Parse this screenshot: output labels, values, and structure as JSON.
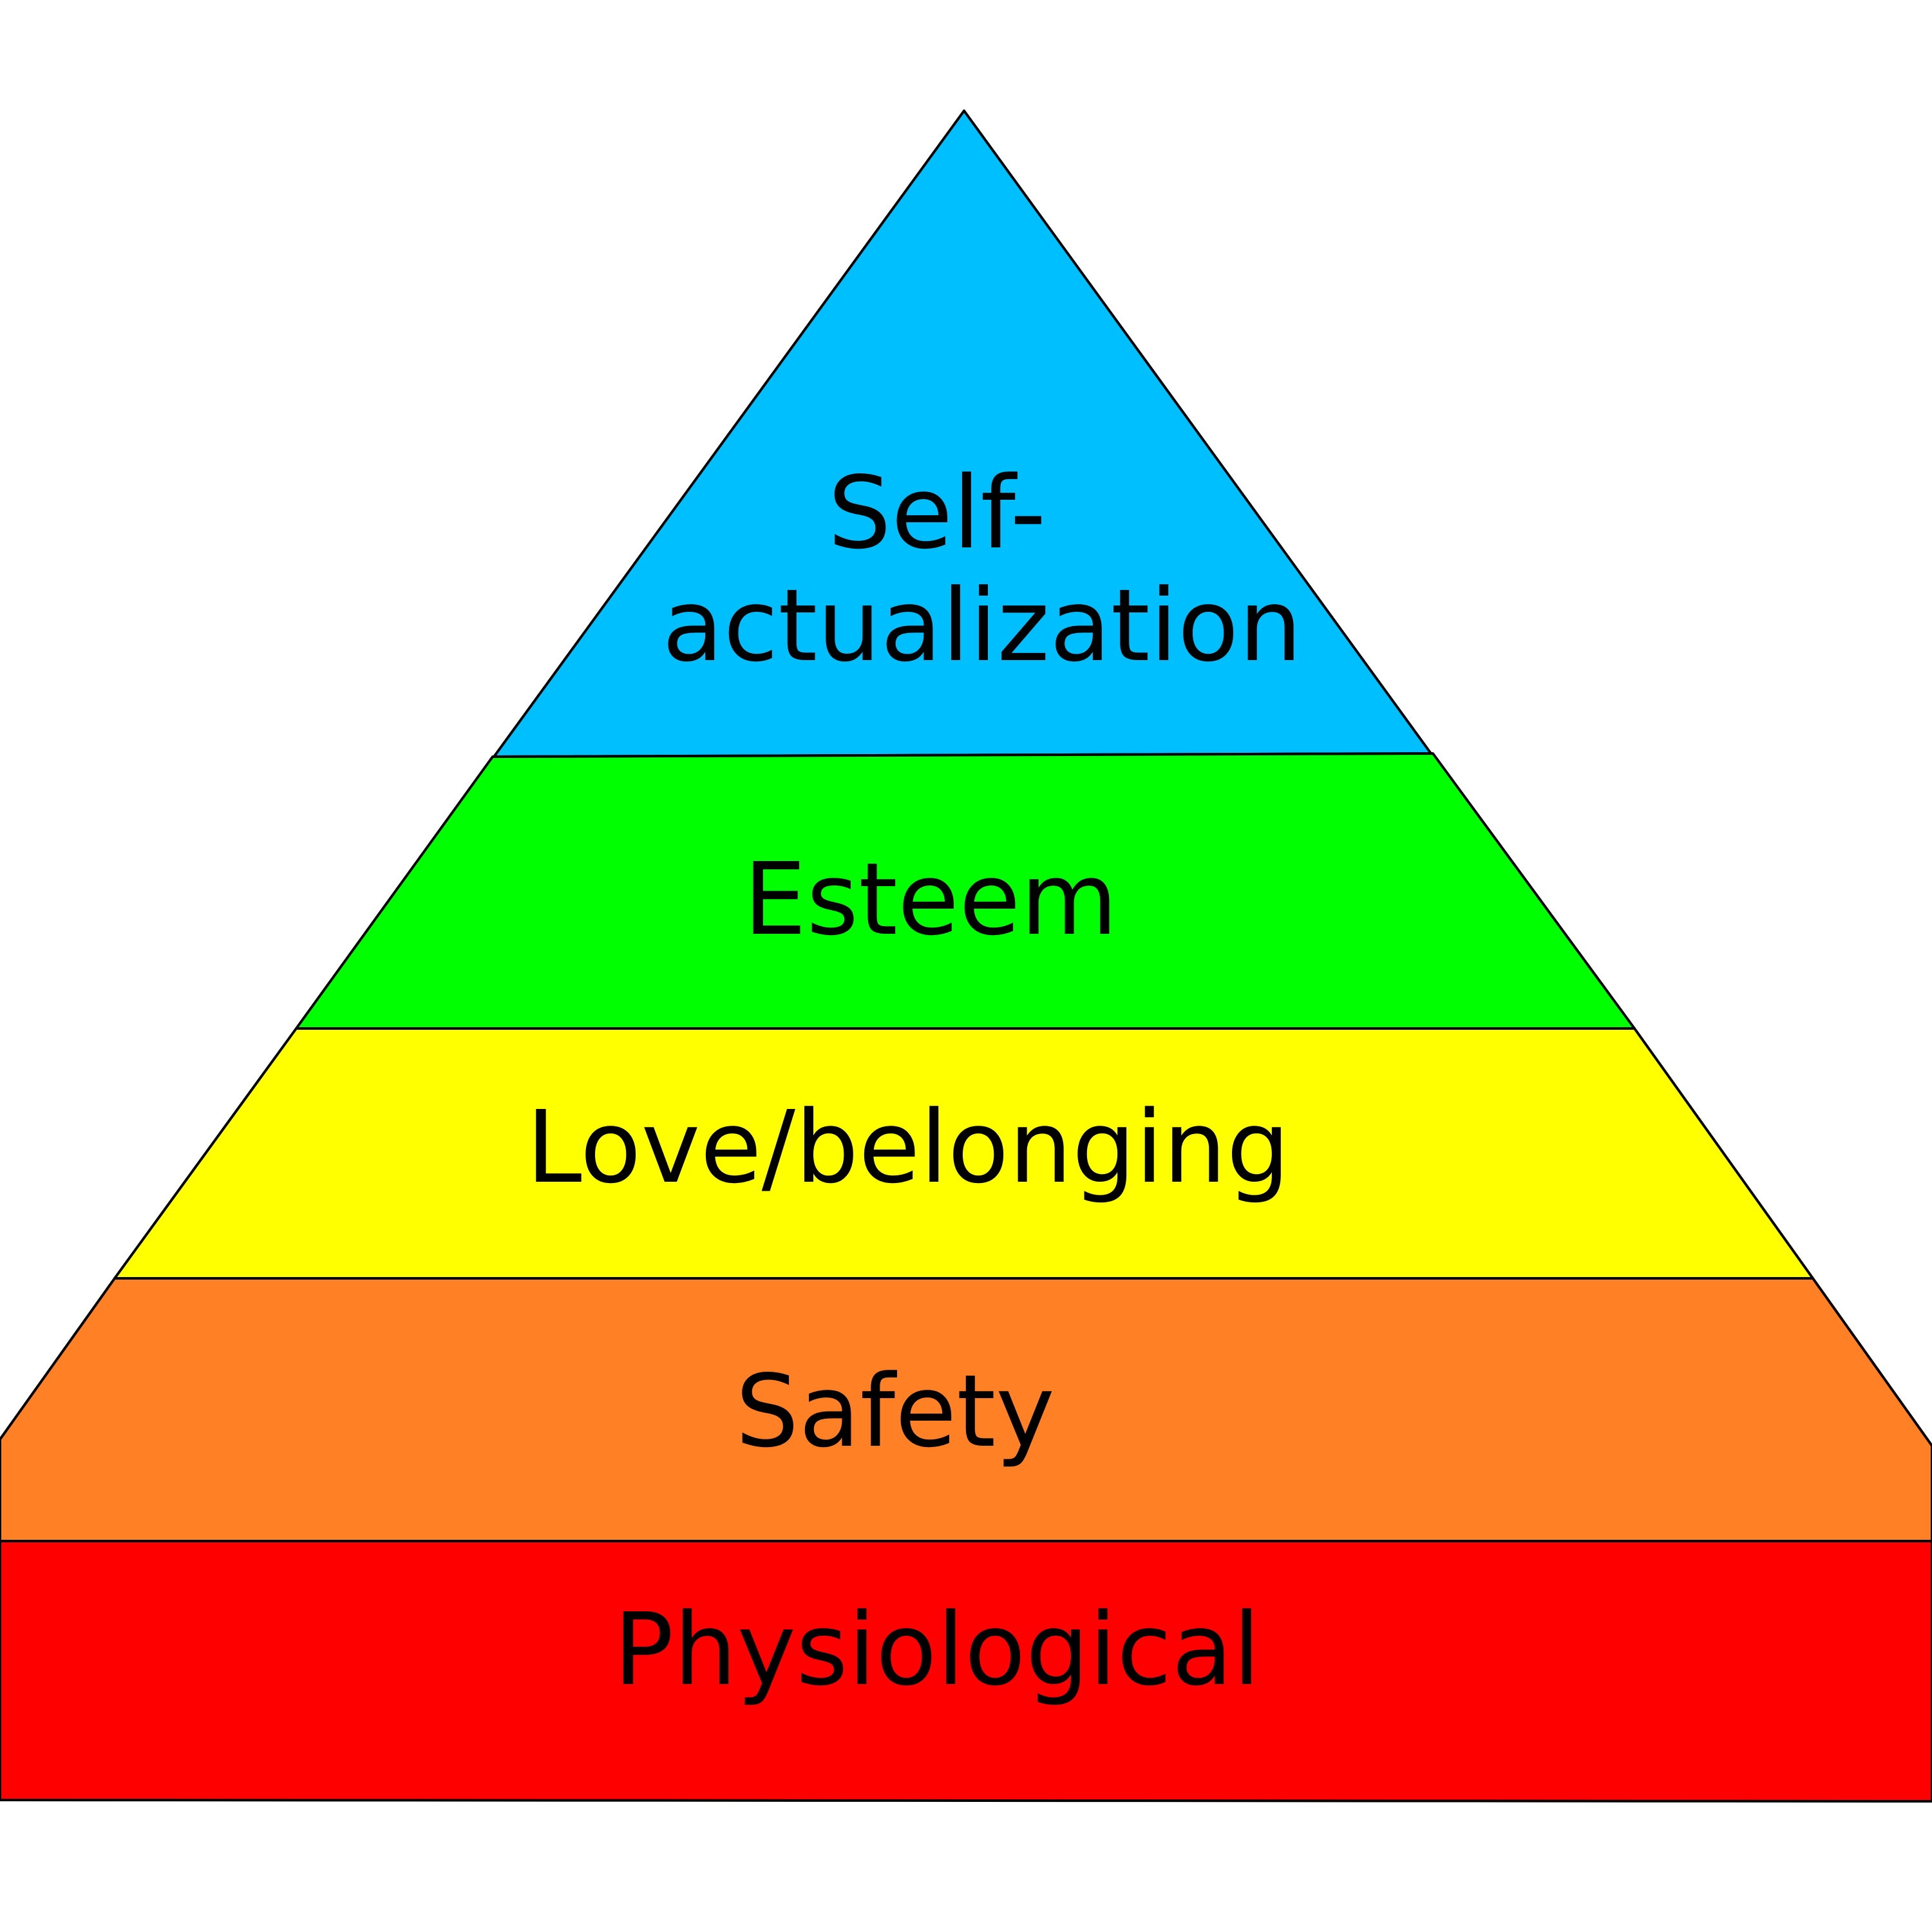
{
  "tiers": [
    {
      "key": "self-actualization",
      "lines": [
        "Self-",
        "actualization"
      ],
      "color": "#00bfff"
    },
    {
      "key": "esteem",
      "lines": [
        "Esteem"
      ],
      "color": "#00ff00"
    },
    {
      "key": "love-belonging",
      "lines": [
        "Love/belonging"
      ],
      "color": "#ffff00"
    },
    {
      "key": "safety",
      "lines": [
        "Safety"
      ],
      "color": "#ff8025"
    },
    {
      "key": "physiological",
      "lines": [
        "Physiological"
      ],
      "color": "#ff0000"
    }
  ],
  "outline_color": "#000000"
}
